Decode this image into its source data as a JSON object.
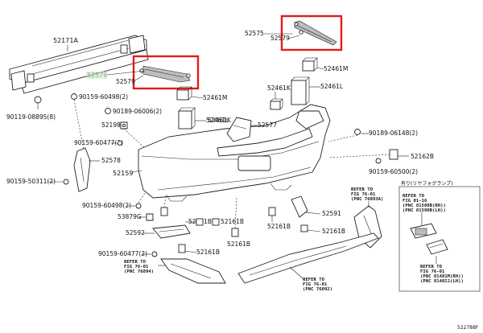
{
  "diagram": {
    "figure_id": "522788F",
    "highlight_color": "#e41b17",
    "highlighted_label": "52576",
    "labels": {
      "p52171A": "52171A",
      "p52576": "52576",
      "p52579a": "52579",
      "p52575": "52575",
      "p52579b": "52579",
      "p52461M_top": "52461M",
      "p52461L_top": "52461L",
      "p52461K_a": "52461K",
      "p52461K_b": "52461K",
      "p52461M": "52461M",
      "p52461L": "52461L",
      "p52577": "52577",
      "p90119": "90119-08895(8)",
      "p90159_60498_a": "90159-60498(2)",
      "p90189_06006": "90189-06006(2)",
      "p52198": "52198",
      "p90159_60477_a": "90159-60477(2)",
      "p52578": "52578",
      "p90159_50311": "90159-50311(2)",
      "p52159": "52159",
      "p90189_06148": "90189-06148(2)",
      "p52162B": "52162B",
      "p90159_60500": "90159-60500(2)",
      "p90159_60498_b": "90159-60498(2)",
      "p53879G": "53879G",
      "p52161B_a": "52161B",
      "p52592": "52592",
      "p52161B_b": "52161B",
      "p52161B_c": "52161B",
      "p52161B_d": "52161B",
      "p52161B_e": "52161B",
      "p52591": "52591",
      "p90159_60477_b": "90159-60477(2)",
      "p52161B_f": "52161B"
    },
    "refs": {
      "fig76_01_a": [
        "REFER TO",
        "FIG 76-01",
        "(PNC 76893A)"
      ],
      "fig01_16": [
        "REFER TO",
        "FIG 01-16",
        "(PNC 81580B(RH))",
        "(PNC 81590B(LH))"
      ],
      "fig76_01_b": [
        "REFER TO",
        "FIG 76-01",
        "(PNC 76894)"
      ],
      "fig76_01_c": [
        "REFER TO",
        "FIG 76-01",
        "(PNC 76092)"
      ],
      "fig76_01_d": [
        "REFER TO",
        "FIG 76-01",
        "(PNC 81481M(RH))",
        "(PNC 81482J(LH))"
      ]
    },
    "japanese_note": "有り(リヤフォグランプ)"
  }
}
